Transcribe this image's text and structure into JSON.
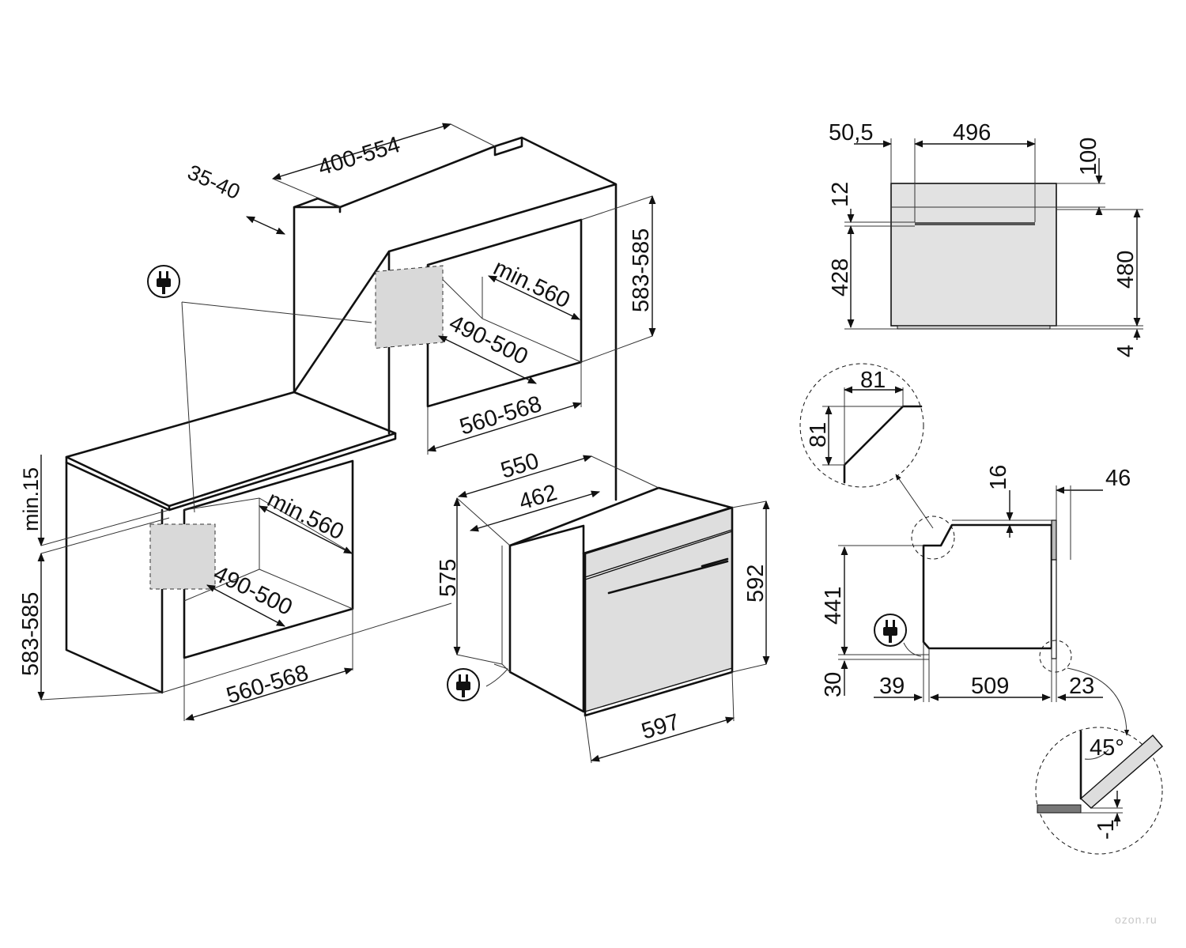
{
  "dimensions": {
    "recess_depth_upper": "400-554",
    "back_gap": "35-40",
    "column_height": "583-585",
    "upper_depth_min": "min.560",
    "upper_height": "490-500",
    "upper_width": "560-568",
    "base_min_gap": "min.15",
    "base_height": "583-585",
    "lower_depth_min": "min.560",
    "lower_height": "490-500",
    "lower_width": "560-568",
    "oven_depth_total": "550",
    "oven_depth_body": "462",
    "oven_height_body": "575",
    "oven_height_front": "592",
    "oven_width_front": "597",
    "front_offset_left": "50,5",
    "front_handle_width": "496",
    "front_top_height": "100",
    "front_handle_gap": "12",
    "front_door_height": "428",
    "front_total_height": "480",
    "front_bottom_gap": "4",
    "detail_chamfer_w": "81",
    "detail_chamfer_h": "81",
    "side_top_offset": "16",
    "side_door_depth": "46",
    "side_height": "441",
    "side_bottom": "30",
    "side_rear": "39",
    "side_depth": "509",
    "side_front": "23",
    "detail_angle": "45°",
    "detail_offset": "-1"
  },
  "icons": {
    "plug": "power-plug-icon"
  },
  "watermark": "ozon.ru"
}
